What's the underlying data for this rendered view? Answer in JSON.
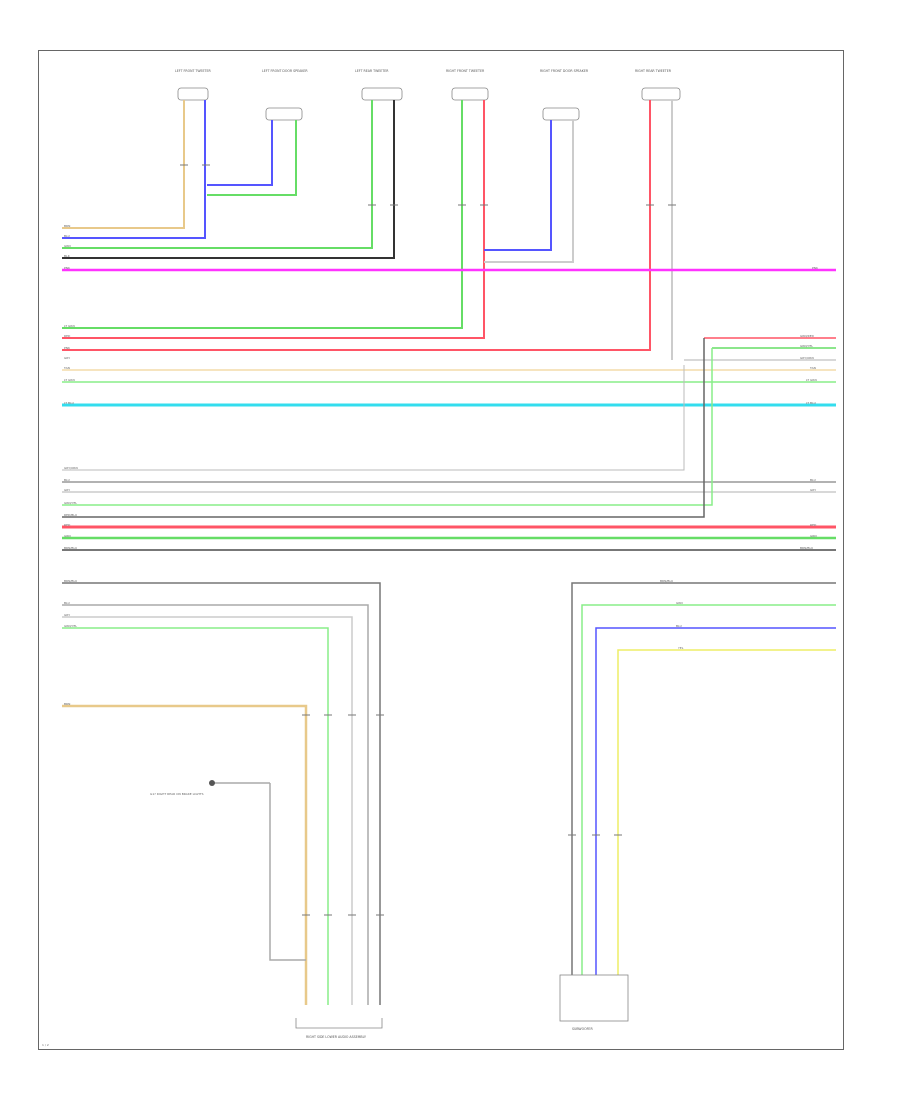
{
  "speakers_top": [
    {
      "id": "lf_tweeter",
      "label": "LEFT FRONT TWEETER",
      "sub": ""
    },
    {
      "id": "lf_door",
      "label": "LEFT FRONT DOOR SPEAKER",
      "sub": ""
    },
    {
      "id": "lr_tweeter",
      "label": "LEFT REAR TWEETER",
      "sub": ""
    },
    {
      "id": "rf_tweeter",
      "label": "RIGHT FRONT TWEETER",
      "sub": ""
    },
    {
      "id": "rf_door",
      "label": "RIGHT FRONT DOOR SPEAKER",
      "sub": ""
    },
    {
      "id": "rr_tweeter",
      "label": "RIGHT REAR TWEETER",
      "sub": ""
    }
  ],
  "row_wires_group1": [
    "BRN",
    "BLU",
    "GRN",
    "BLK",
    "PNK"
  ],
  "row_wires_group2": [
    "LT GRN",
    "RED",
    "PNK",
    "GRY",
    "TAN",
    "LT GRN",
    "LT BLU"
  ],
  "row_wires_group3": [
    "GRY/ORN",
    "BLU",
    "GRY",
    "GRN/YEL",
    "RED/BLU",
    "RED",
    "GRN",
    "BRN/BLU"
  ],
  "row_wires_group4_left": [
    "BRN/BLU",
    "BLU",
    "GRY",
    "GRN/YEL",
    "BRN"
  ],
  "row_wires_group4_right": [
    "BRN/BLU",
    "GRN",
    "BLU",
    "YEL"
  ],
  "right_labels": [
    "PNK",
    "GRN/RED",
    "GRN/YEL",
    "GRY/ORN",
    "TAN",
    "LT GRN",
    "LT BLU",
    "BLU",
    "GRY",
    "RED",
    "GRN",
    "BRN/BLU"
  ],
  "bottom_left_label": "RIGHT SIDE LOWER AUDIO ASSEMBLY",
  "bottom_right_label": "SUBWOOFER",
  "ground_label": "G1? RIGHT REAR ON BRAKE LIGHTS",
  "page_num": "1 / 2",
  "colors": {
    "tan": "#e8c98a",
    "blue": "#5555ff",
    "green": "#66dd66",
    "black": "#333333",
    "magenta": "#ff33ff",
    "red": "#ff5566",
    "cyan": "#33ddee",
    "gray": "#999999",
    "yellow": "#eeee66",
    "orange": "#ee9944",
    "brown": "#aa8855"
  }
}
